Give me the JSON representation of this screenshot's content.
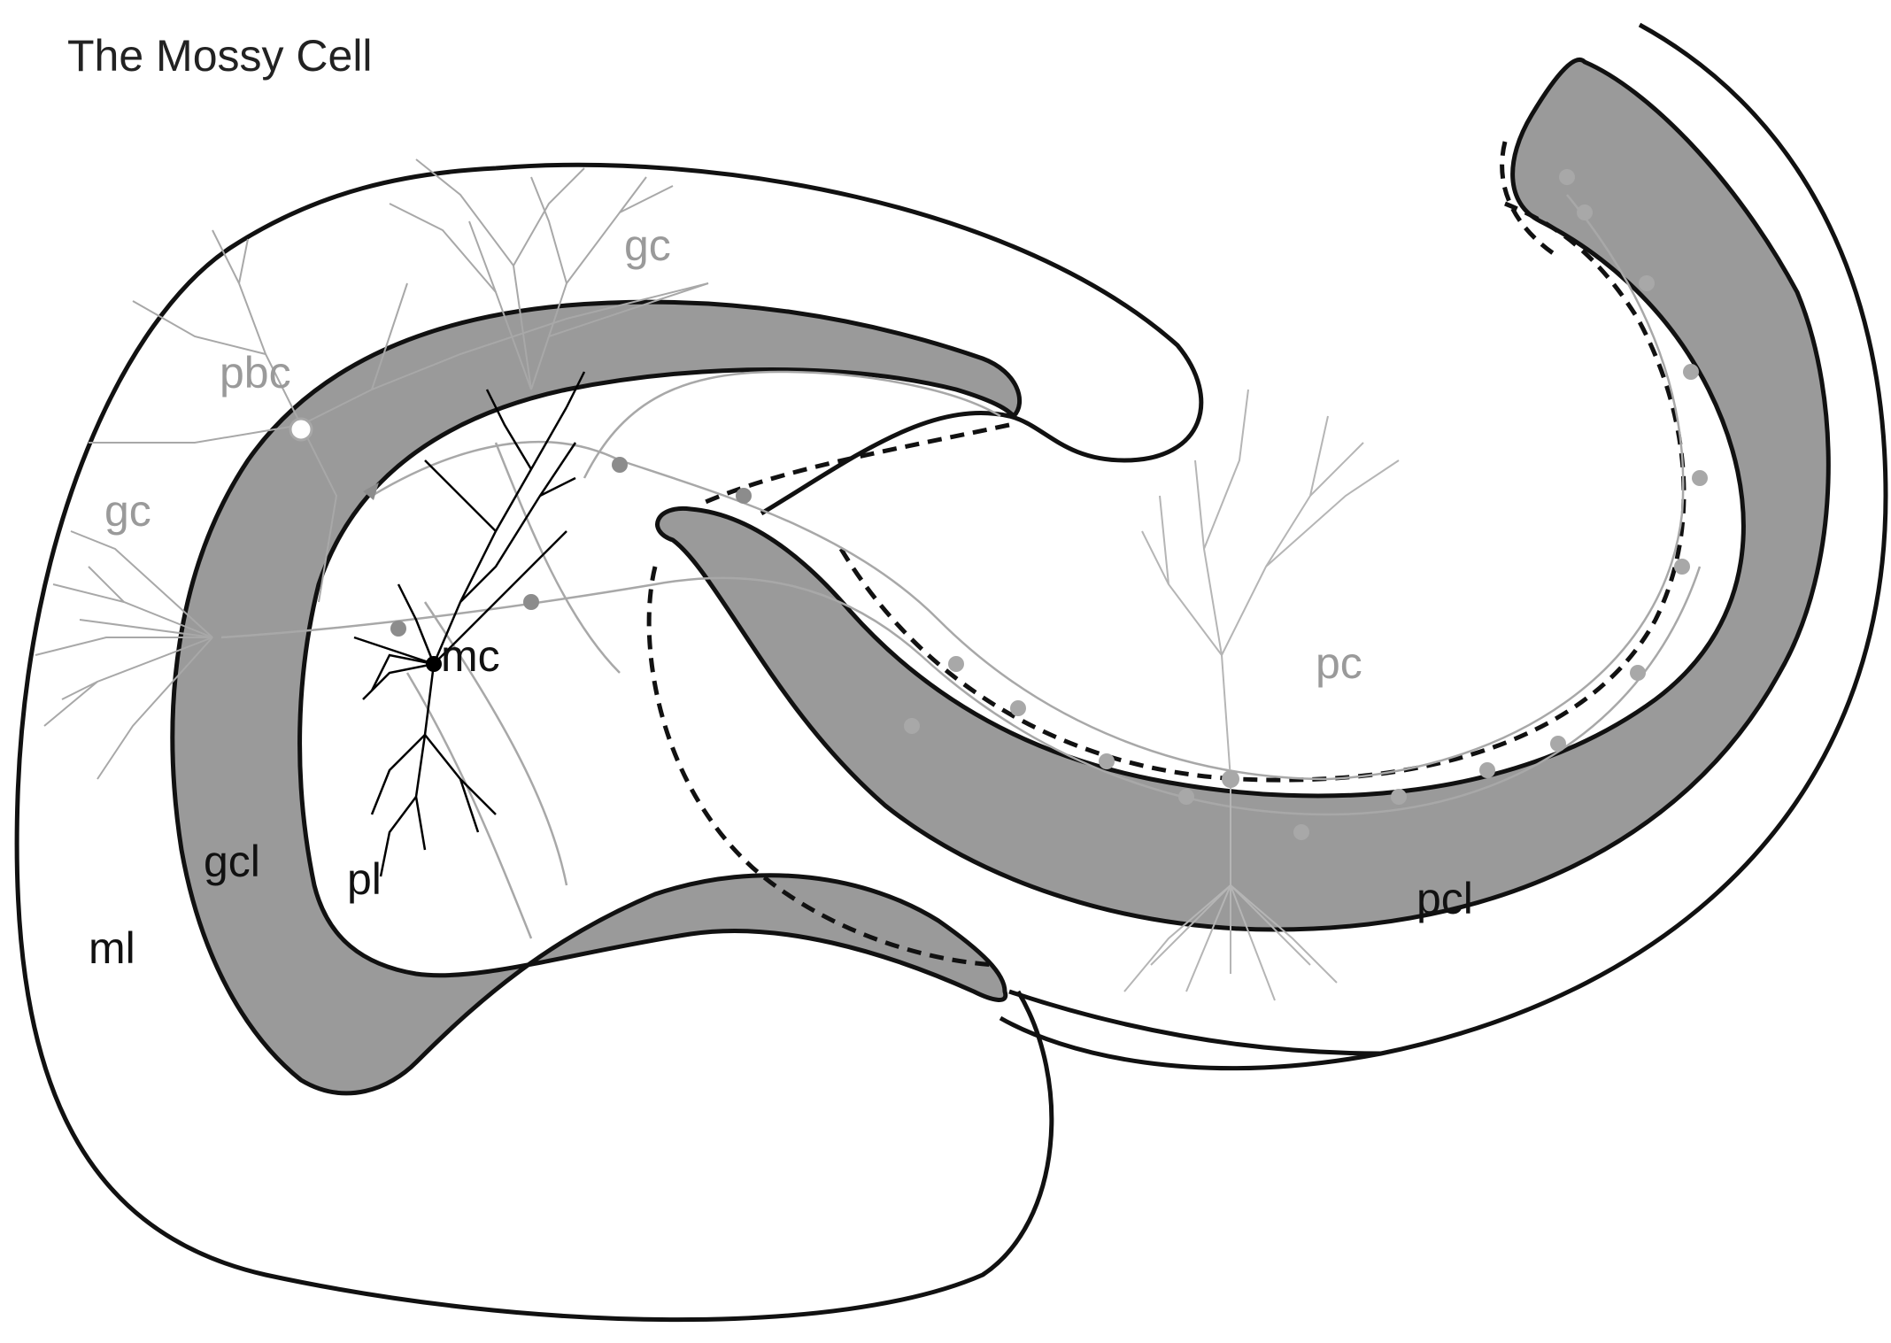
{
  "title": "The Mossy Cell",
  "labels": {
    "gc_top": "gc",
    "pbc": "pbc",
    "gc_left": "gc",
    "mc": "mc",
    "gcl": "gcl",
    "pl": "pl",
    "ml": "ml",
    "pc": "pc",
    "pcl": "pcl"
  },
  "colors": {
    "layer_fill": "#9a9a9a",
    "outline": "#111111",
    "grey_neuron": "#a8a8a8",
    "mossy_cell": "#000000",
    "background": "#ffffff"
  }
}
